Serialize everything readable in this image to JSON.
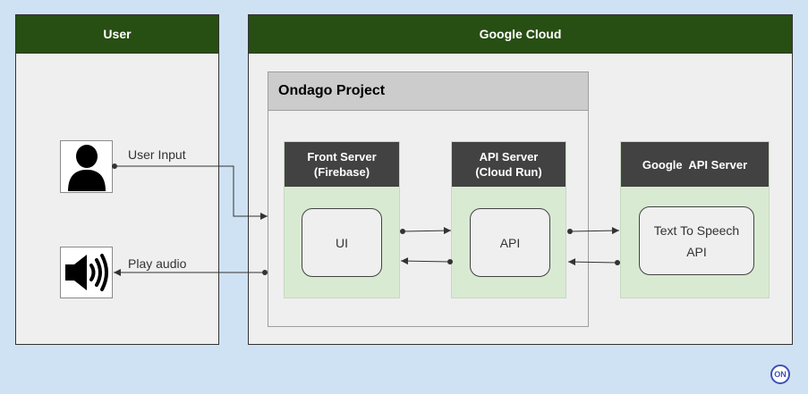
{
  "user_panel": {
    "title": "User"
  },
  "cloud_panel": {
    "title": "Google Cloud"
  },
  "project": {
    "title": "Ondago Project"
  },
  "front_server": {
    "title_line1": "Front Server",
    "title_line2": "(Firebase)",
    "box_label": "UI"
  },
  "api_server": {
    "title_line1": "API Server",
    "title_line2": "(Cloud Run)",
    "box_label": "API"
  },
  "google_api_server": {
    "title": "Google  API Server",
    "box_line1": "Text To Speech",
    "box_line2": "API"
  },
  "connectors": {
    "user_input_label": "User Input",
    "play_audio_label": "Play audio"
  },
  "icons": {
    "user": "user-silhouette",
    "speaker": "speaker-audio",
    "badge": "on-logo"
  },
  "badge": {
    "text": "ON"
  },
  "colors": {
    "background": "#cfe2f3",
    "panel_header": "#274e13",
    "server_header": "#424242",
    "server_body": "#d9ead3",
    "badge": "#3f51b5"
  }
}
